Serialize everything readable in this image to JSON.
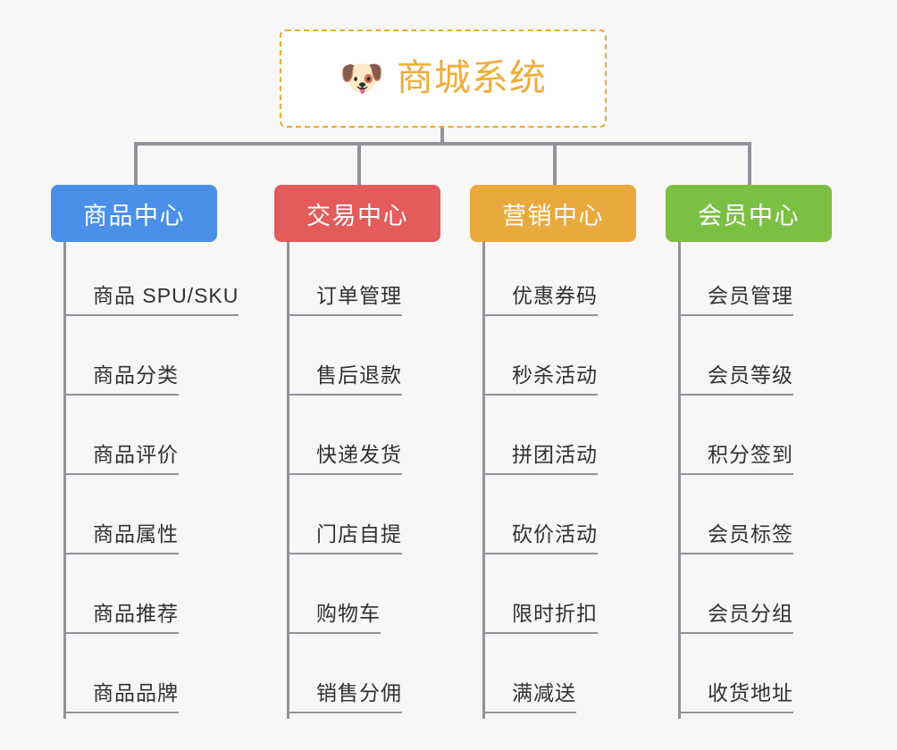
{
  "canvas": {
    "background_color": "#f7f7f7",
    "line_color": "#909399"
  },
  "root": {
    "icon": "dog-face-emoji",
    "icon_glyph": "🐶",
    "title": "商城系统",
    "text_color": "#eead3a",
    "border_color": "#e9a93c",
    "background_color": "#ffffff"
  },
  "branches": [
    {
      "id": "product-center",
      "title": "商品中心",
      "color": "#4a90e8",
      "items": [
        {
          "label": "商品 SPU/SKU"
        },
        {
          "label": "商品分类"
        },
        {
          "label": "商品评价"
        },
        {
          "label": "商品属性"
        },
        {
          "label": "商品推荐"
        },
        {
          "label": "商品品牌"
        }
      ]
    },
    {
      "id": "trade-center",
      "title": "交易中心",
      "color": "#e35b5b",
      "items": [
        {
          "label": "订单管理"
        },
        {
          "label": "售后退款"
        },
        {
          "label": "快递发货"
        },
        {
          "label": "门店自提"
        },
        {
          "label": "购物车"
        },
        {
          "label": "销售分佣"
        }
      ]
    },
    {
      "id": "marketing-center",
      "title": "营销中心",
      "color": "#eaa93c",
      "items": [
        {
          "label": "优惠券码"
        },
        {
          "label": "秒杀活动"
        },
        {
          "label": "拼团活动"
        },
        {
          "label": "砍价活动"
        },
        {
          "label": "限时折扣"
        },
        {
          "label": "满减送"
        }
      ]
    },
    {
      "id": "member-center",
      "title": "会员中心",
      "color": "#7cc043",
      "items": [
        {
          "label": "会员管理"
        },
        {
          "label": "会员等级"
        },
        {
          "label": "积分签到"
        },
        {
          "label": "会员标签"
        },
        {
          "label": "会员分组"
        },
        {
          "label": "收货地址"
        }
      ]
    }
  ]
}
